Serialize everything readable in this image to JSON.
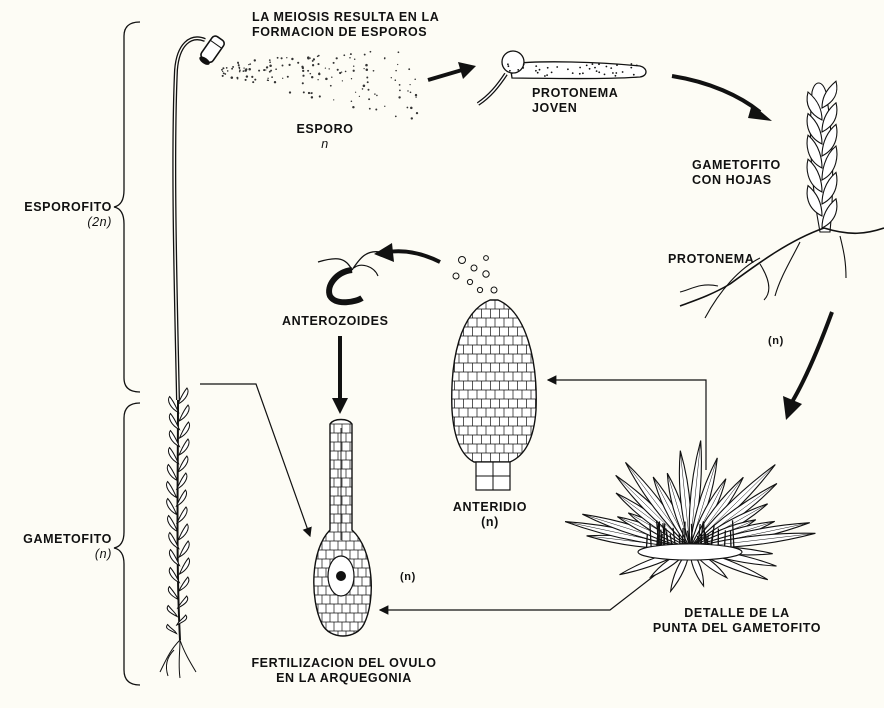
{
  "labels": {
    "meiosis": [
      "LA MEIOSIS RESULTA EN LA",
      "FORMACION DE ESPOROS"
    ],
    "esporo": "ESPORO",
    "esporo_ploidy": "n",
    "protonema_joven": [
      "PROTONEMA",
      "JOVEN"
    ],
    "gametofito_hojas": [
      "GAMETOFITO",
      "CON HOJAS"
    ],
    "protonema": "PROTONEMA",
    "n_right": "(n)",
    "esporofito": "ESPOROFITO",
    "esporofito_ploidy": "(2n)",
    "gametofito": "GAMETOFITO",
    "gametofito_ploidy": "(n)",
    "anterozoides": "ANTEROZOIDES",
    "anteridio": "ANTERIDIO",
    "anteridio_ploidy": "(n)",
    "n_center": "(n)",
    "detalle": [
      "DETALLE DE LA",
      "PUNTA DEL GAMETOFITO"
    ],
    "fertilizacion": [
      "FERTILIZACION DEL OVULO",
      "EN LA ARQUEGONIA"
    ]
  }
}
